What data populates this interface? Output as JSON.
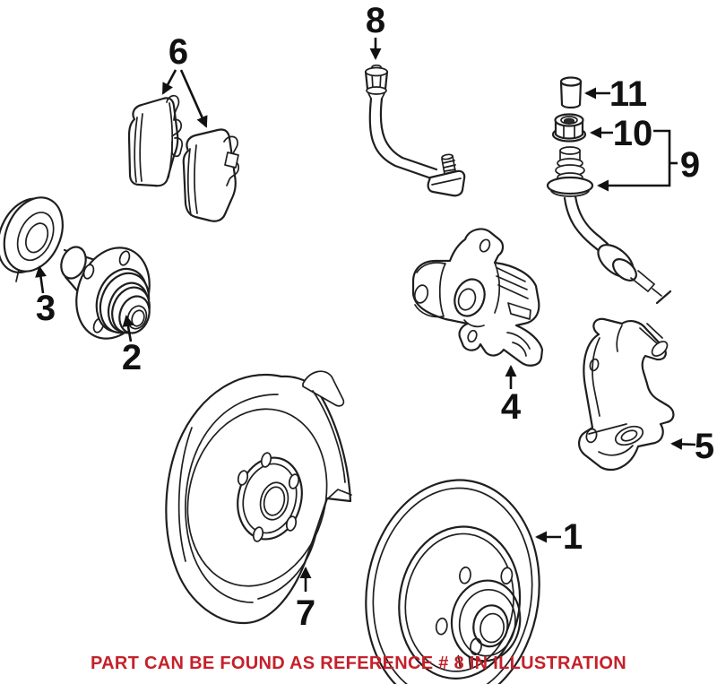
{
  "page": {
    "background": "#ffffff",
    "line_color": "#1f1f1f"
  },
  "callouts": [
    {
      "number": "1"
    },
    {
      "number": "2"
    },
    {
      "number": "3"
    },
    {
      "number": "4"
    },
    {
      "number": "5"
    },
    {
      "number": "6"
    },
    {
      "number": "7"
    },
    {
      "number": "8"
    },
    {
      "number": "9"
    },
    {
      "number": "10"
    },
    {
      "number": "11"
    }
  ],
  "caption": {
    "text": "PART CAN BE FOUND AS REFERENCE # 8 IN ILLUSTRATION",
    "color": "#c5202a"
  }
}
